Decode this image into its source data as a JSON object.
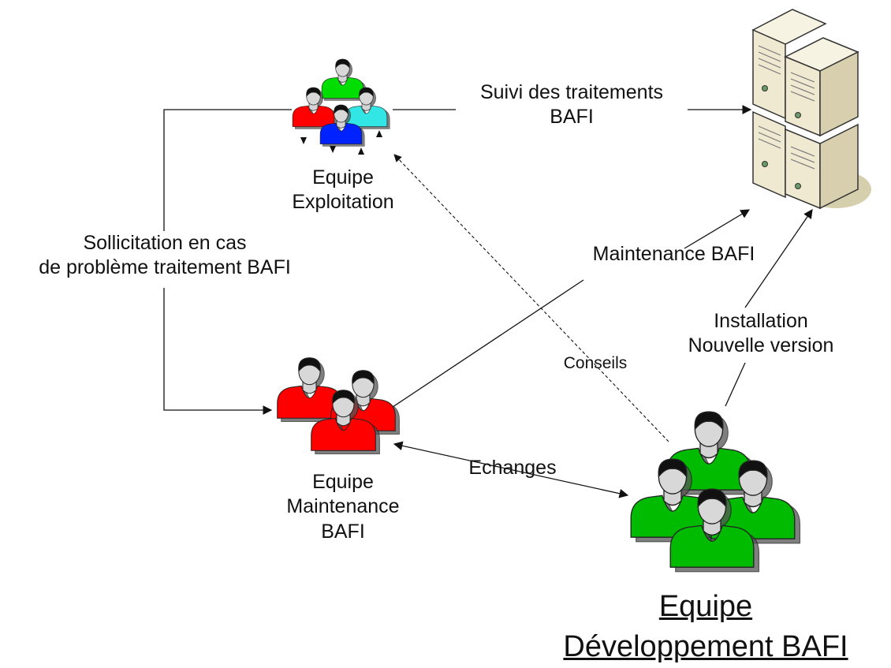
{
  "teams": {
    "exploitation": {
      "line1": "Equipe",
      "line2": "Exploitation",
      "colors": [
        "#00dd00",
        "#ff0000",
        "#33e6e6",
        "#0022ff"
      ]
    },
    "maintenance": {
      "line1": "Equipe",
      "line2": "Maintenance",
      "line3": "BAFI",
      "color": "#ff0000"
    },
    "developpement": {
      "line1": "Equipe",
      "line2": "Développement BAFI",
      "color": "#00bb00"
    }
  },
  "edges": {
    "suivi": {
      "line1": "Suivi des traitements",
      "line2": "BAFI"
    },
    "sollicitation": {
      "line1": "Sollicitation en cas",
      "line2": "de problème traitement BAFI"
    },
    "maintenance": {
      "label": "Maintenance BAFI"
    },
    "installation": {
      "line1": "Installation",
      "line2": "Nouvelle version"
    },
    "conseils": {
      "label": "Conseils"
    },
    "echanges": {
      "label": "Echanges"
    }
  },
  "colors": {
    "server_body": "#efe9d2",
    "server_shadow": "#cfc6a6",
    "line": "#111111"
  }
}
